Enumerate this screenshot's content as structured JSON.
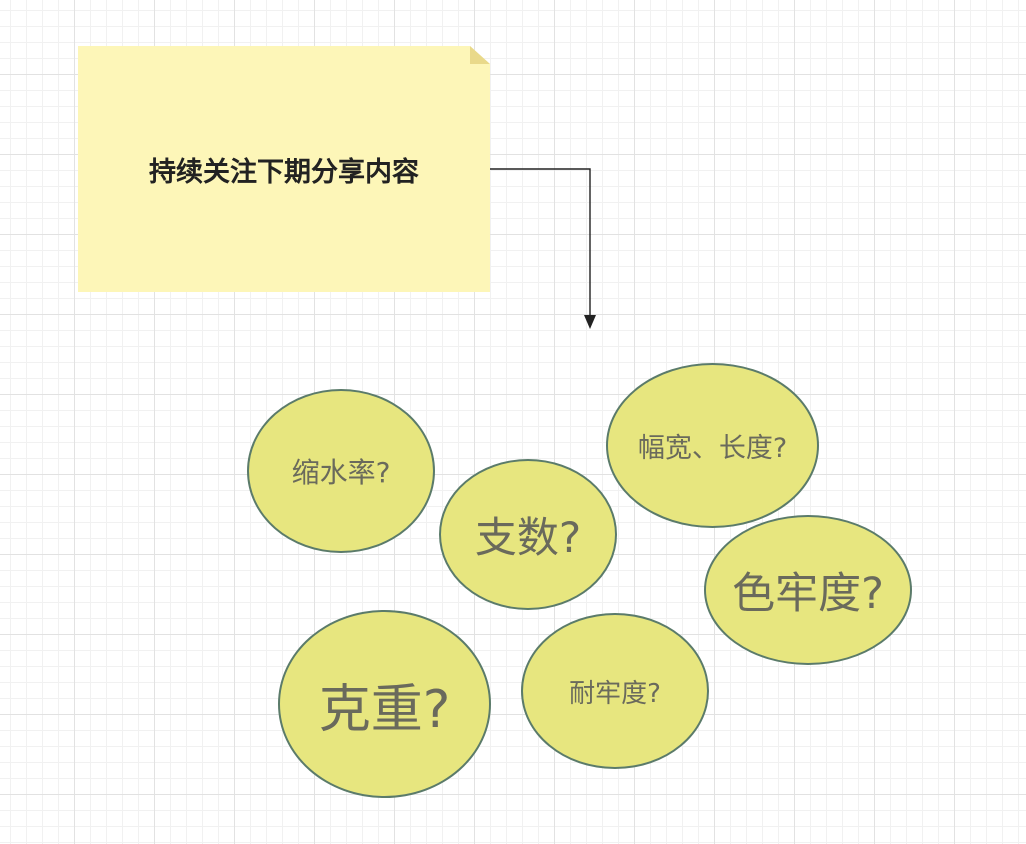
{
  "note": {
    "text": "持续关注下期分享内容",
    "fill": "#fdf6b8",
    "fold": "#e9d98a"
  },
  "connector": {
    "color": "#222222"
  },
  "bubbles": [
    {
      "id": "shrinkage",
      "label": "缩水率?"
    },
    {
      "id": "count",
      "label": "支数?"
    },
    {
      "id": "width-length",
      "label": "幅宽、长度?"
    },
    {
      "id": "colorfastness",
      "label": "色牢度?"
    },
    {
      "id": "weight",
      "label": "克重?"
    },
    {
      "id": "durability",
      "label": "耐牢度?"
    }
  ],
  "colors": {
    "bubble_fill": "#e7e67f",
    "bubble_border": "#5b7b6a",
    "bubble_text": "#6a6a5c"
  }
}
